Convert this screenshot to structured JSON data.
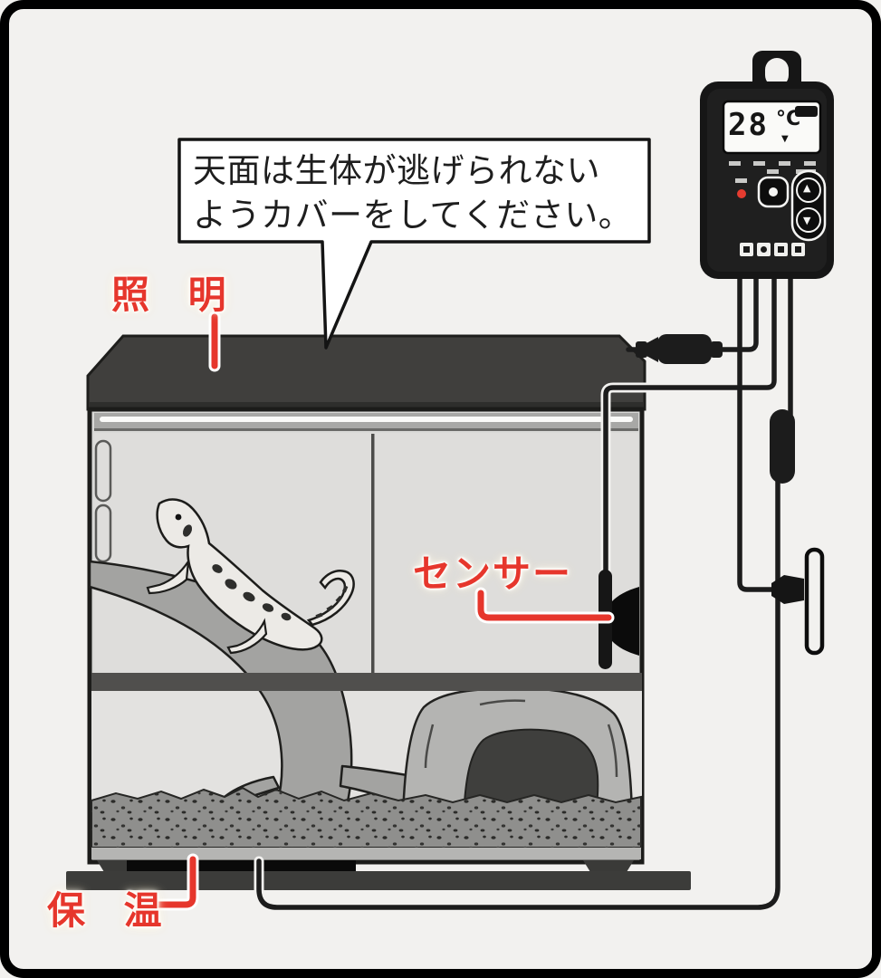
{
  "callout": {
    "line1": "天面は生体が逃げられない",
    "line2": "ようカバーをしてください。"
  },
  "annotations": {
    "lighting_label": "照 明",
    "sensor_label": "センサー",
    "heating_label": "保 温"
  },
  "thermostat": {
    "temperature": "28",
    "unit": "°C",
    "set_marker": "▼",
    "up_glyph": "▲",
    "down_glyph": "▼"
  },
  "colors": {
    "annotation_red": "#e6362c",
    "hood_gray": "#403f3d",
    "cable_black": "#1c1c1c",
    "background": "#f2f1ef"
  }
}
